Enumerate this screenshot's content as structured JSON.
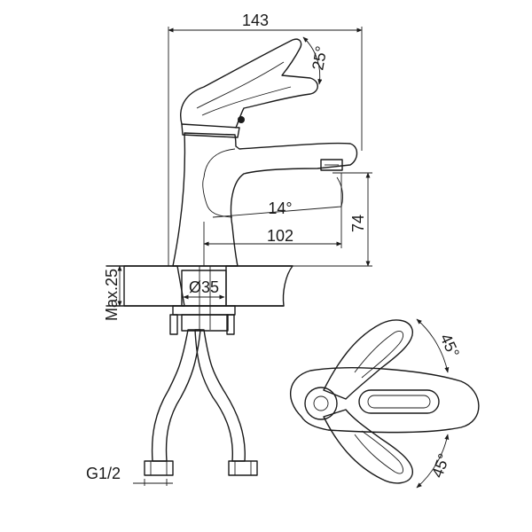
{
  "dimensions": {
    "overall_length": "143",
    "lever_angle": "25°",
    "spout_angle": "14°",
    "spout_height": "74",
    "spout_reach": "102",
    "deck_thickness": "Max.25",
    "mount_diameter": "Ø35",
    "hose_thread": "G1/2",
    "swing_angle_upper": "45°",
    "swing_angle_lower": "45°"
  },
  "colors": {
    "line": "#1a1a1a",
    "background": "#ffffff"
  }
}
